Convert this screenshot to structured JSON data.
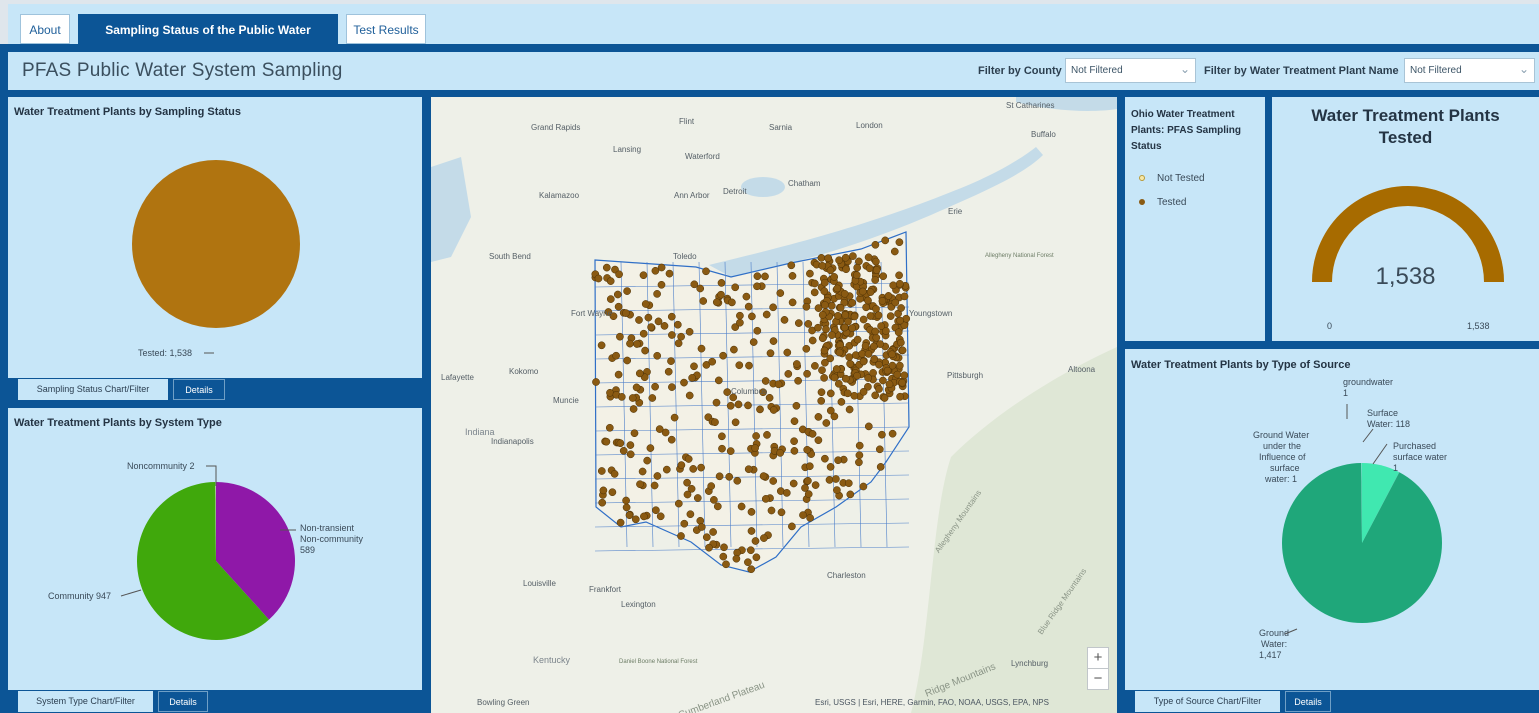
{
  "tabs": [
    {
      "label": "About"
    },
    {
      "label": "Sampling Status of the Public Water Systems"
    },
    {
      "label": "Test Results"
    }
  ],
  "header": {
    "title": "PFAS Public Water System Sampling",
    "county_filter_label": "Filter by County",
    "county_filter_value": "Not Filtered",
    "plant_filter_label": "Filter by Water Treatment Plant Name",
    "plant_filter_value": "Not Filtered"
  },
  "sampling_panel": {
    "title": "Water Treatment Plants by Sampling Status",
    "footer_chart": "Sampling Status Chart/Filter",
    "footer_details": "Details"
  },
  "system_panel": {
    "title": "Water Treatment Plants by System Type",
    "footer_chart": "System Type Chart/Filter",
    "footer_details": "Details"
  },
  "legend_panel": {
    "title_lines": [
      "Ohio Water Treatment",
      "Plants: PFAS Sampling",
      "Status"
    ],
    "items": [
      {
        "label": "Not Tested",
        "color": "#f7e8a8"
      },
      {
        "label": "Tested",
        "color": "#8a5a12"
      }
    ]
  },
  "gauge_panel": {
    "title_lines": [
      "Water Treatment Plants",
      "Tested"
    ],
    "value": "1,538",
    "min_label": "0",
    "max_label": "1,538",
    "fraction": 1.0
  },
  "source_panel": {
    "title": "Water Treatment Plants by Type of Source",
    "footer_chart": "Type of Source Chart/Filter",
    "footer_details": "Details"
  },
  "map": {
    "attribution": "Esri, USGS | Esri, HERE, Garmin, FAO, NOAA, USGS, EPA, NPS",
    "zoom_in": "+",
    "zoom_out": "−",
    "places": [
      "St Catharines",
      "Grand Rapids",
      "Flint",
      "Sarnia",
      "London",
      "Buffalo",
      "Lansing",
      "Waterford",
      "Kalamazoo",
      "Ann Arbor",
      "Detroit",
      "Chatham",
      "Erie",
      "South Bend",
      "Toledo",
      "Lafayette",
      "Kokomo",
      "Muncie",
      "Indianapolis",
      "Indiana",
      "Pittsburgh",
      "Altoona",
      "Louisville",
      "Frankfort",
      "Lexington",
      "Charleston",
      "Kentucky",
      "Lynchburg",
      "Bowling Green",
      "Allegheny National Forest",
      "Fort Wayne",
      "Youngstown",
      "Columbus"
    ],
    "relief_labels": [
      "Allegheny Mountains",
      "Blue Ridge Mountains",
      "Cumberland Plateau",
      "Ridge Mountains",
      "Daniel Boone National Forest"
    ]
  },
  "chart_data": [
    {
      "type": "pie",
      "title": "Water Treatment Plants by Sampling Status",
      "slices": [
        {
          "name": "Tested",
          "value": 1538,
          "label": "Tested: 1,538",
          "color": "#b07410"
        }
      ]
    },
    {
      "type": "pie",
      "title": "Water Treatment Plants by System Type",
      "slices": [
        {
          "name": "Non-transient Non-community",
          "value": 589,
          "label_lines": [
            "Non-transient",
            "Non-community",
            "589"
          ],
          "color": "#8f18a8"
        },
        {
          "name": "Community",
          "value": 947,
          "label_lines": [
            "Community 947"
          ],
          "color": "#40a80c"
        },
        {
          "name": "Noncommunity",
          "value": 2,
          "label_lines": [
            "Noncommunity 2"
          ],
          "color": "#d8d8d8"
        }
      ]
    },
    {
      "type": "pie",
      "title": "Water Treatment Plants by Type of Source",
      "slices": [
        {
          "name": "Surface Water",
          "value": 118,
          "label_lines": [
            "Surface",
            "Water: 118"
          ],
          "color": "#40e8b0"
        },
        {
          "name": "Purchased surface water",
          "value": 1,
          "label_lines": [
            "Purchased",
            "surface water",
            "1"
          ],
          "color": "#30c890"
        },
        {
          "name": "Ground Water",
          "value": 1417,
          "label_lines": [
            "Ground",
            "Water:",
            "1,417"
          ],
          "color": "#1fa77a"
        },
        {
          "name": "Ground Water under the Influence of surface water",
          "value": 1,
          "label_lines": [
            "Ground Water",
            "under the",
            "Influence of",
            "surface",
            "water: 1"
          ],
          "color": "#5ff0c8"
        },
        {
          "name": "groundwater",
          "value": 1,
          "label_lines": [
            "groundwater",
            "1"
          ],
          "color": "#7ff8d8"
        }
      ]
    }
  ]
}
